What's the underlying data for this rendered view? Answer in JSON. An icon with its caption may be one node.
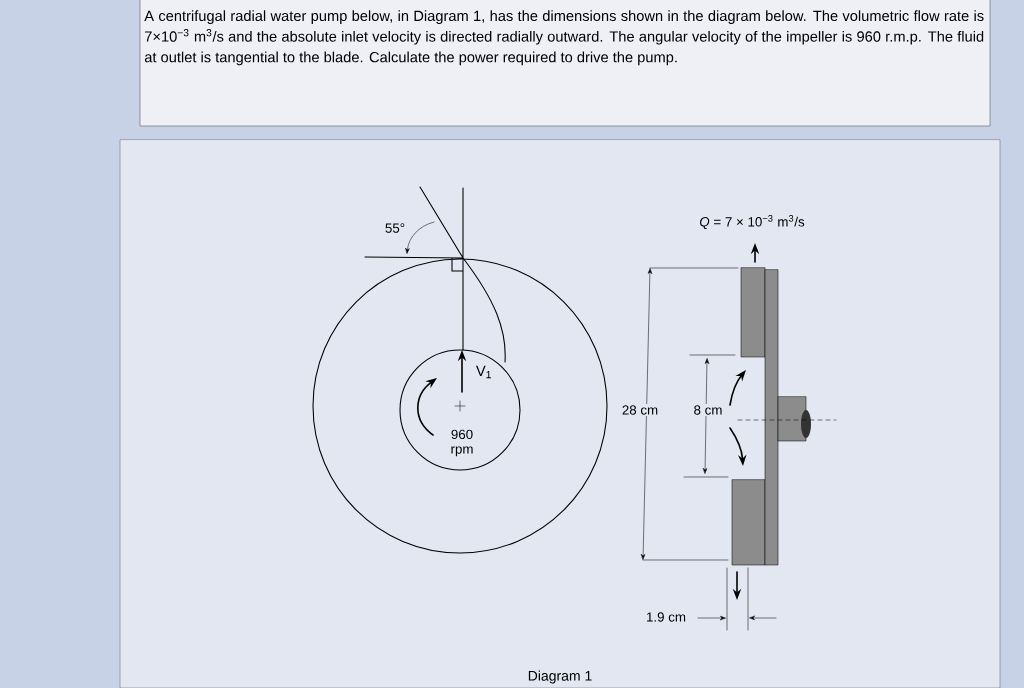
{
  "diagram": {
    "caption": "Diagram 1",
    "labels": [
      "A centrifugal radial water pump below, in Diagram 1, has the dimensions shown in the diagram below. The volumetric flow rate is 7×10$^{−3}$ m$^{3}$/s and the absolute inlet velocity is directed radially outward. The angular velocity of the impeller is 960 r.m.p. The fluid at outlet is tangential to the blade. Calculate the power required to drive the pump.",
      "55°",
      "V$_{1}$",
      "960 rpm",
      "*Q* = 7 × 10$^{−3}$ m$^{3}$/s",
      "28 cm",
      "8 cm",
      "1.9 cm"
    ]
  }
}
